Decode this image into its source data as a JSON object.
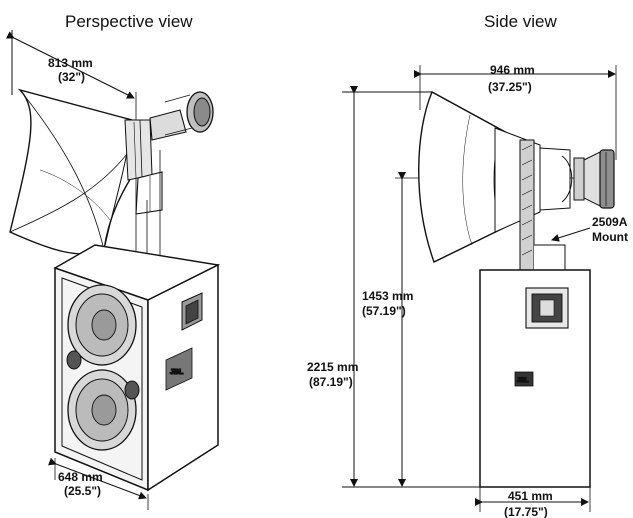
{
  "titles": {
    "perspective": "Perspective view",
    "side": "Side view"
  },
  "dimensions": {
    "perspective_depth": {
      "mm": "813 mm",
      "in": "(32\")"
    },
    "perspective_width": {
      "mm": "648 mm",
      "in": "(25.5\")"
    },
    "side_horn_length": {
      "mm": "946 mm",
      "in": "(37.25\")"
    },
    "side_mid_height": {
      "mm": "1453 mm",
      "in": "(57.19\")"
    },
    "side_total_height": {
      "mm": "2215 mm",
      "in": "(87.19\")"
    },
    "side_cabinet_width": {
      "mm": "451 mm",
      "in": "(17.75\")"
    }
  },
  "callouts": {
    "mount_part": "2509A",
    "mount_label": "Mount"
  },
  "logo_text": "JBL"
}
